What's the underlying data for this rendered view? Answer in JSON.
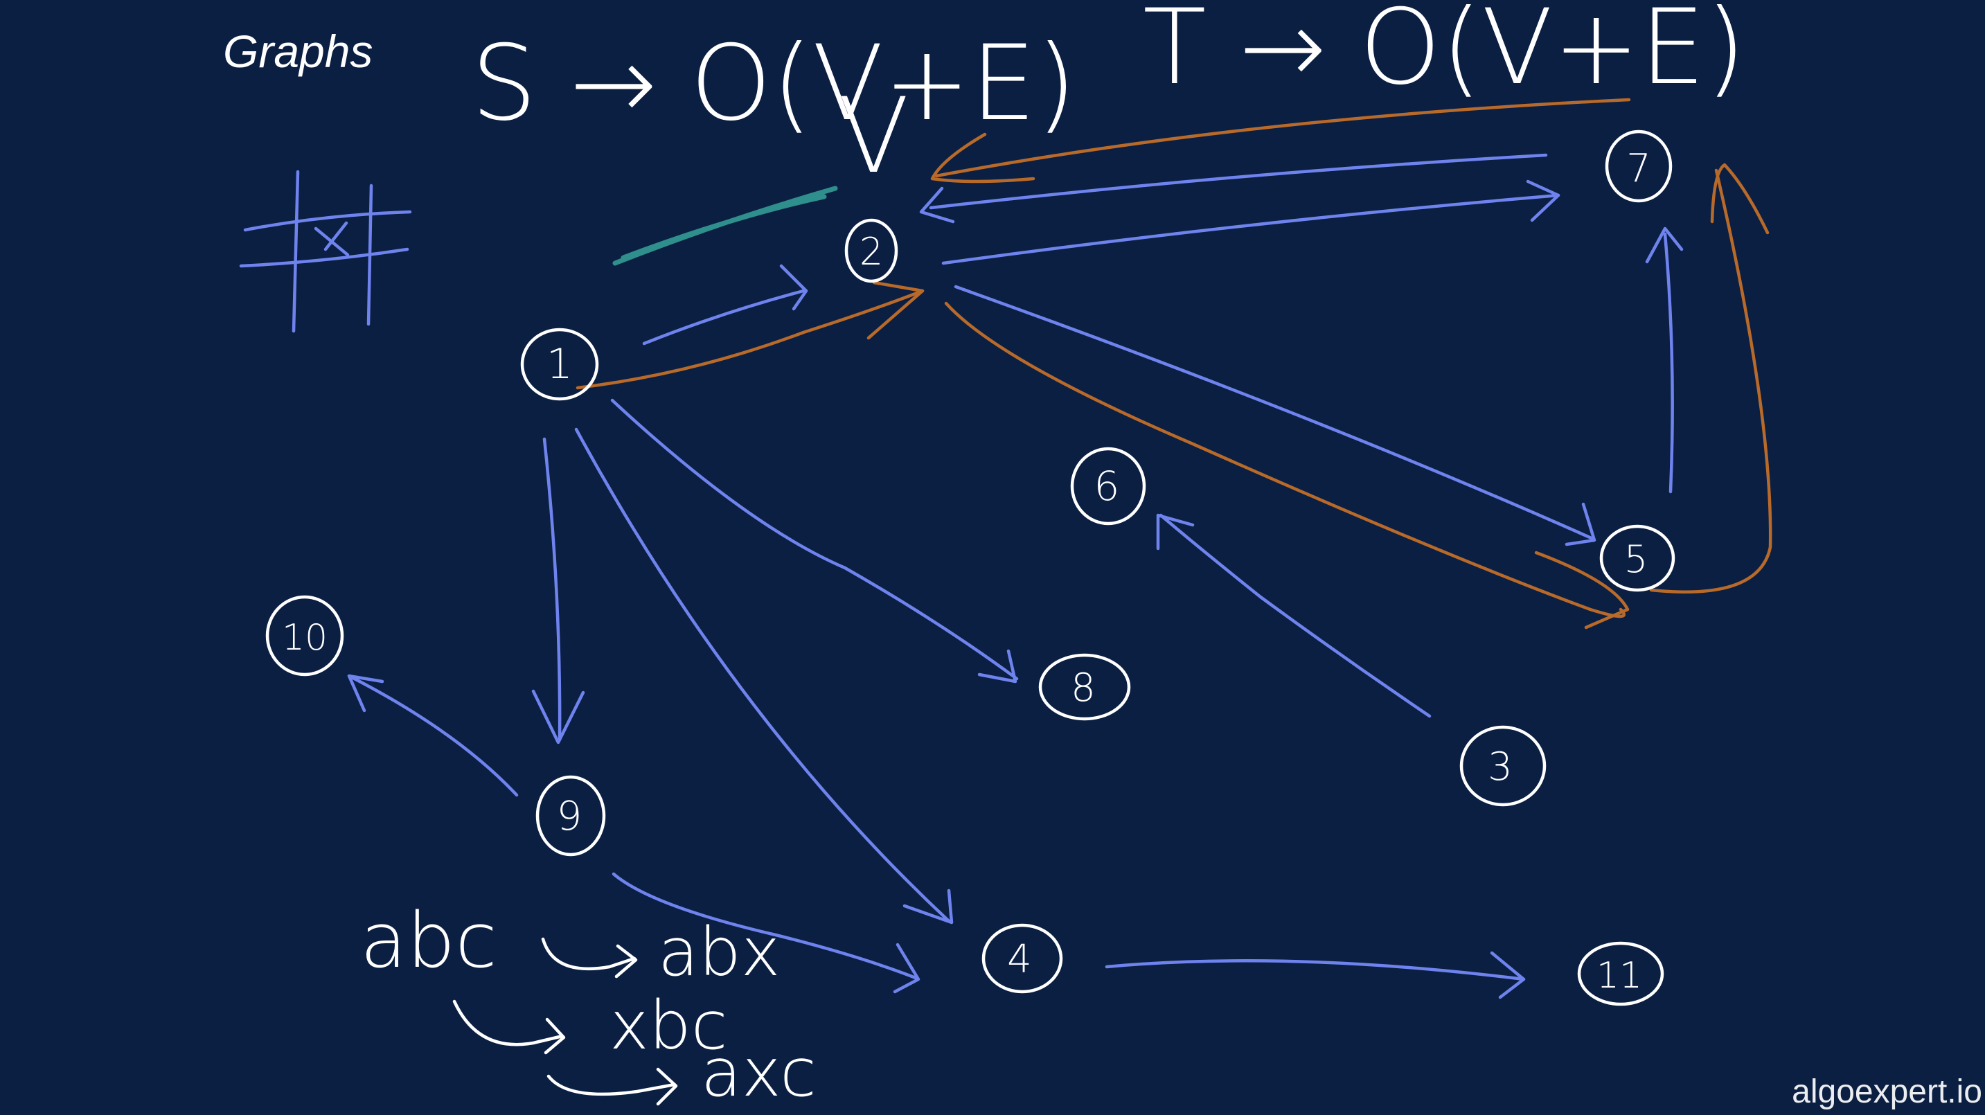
{
  "header": {
    "title": "Graphs"
  },
  "footer": {
    "watermark": "algoexpert.io"
  },
  "annotations": {
    "space_complexity": "S → O(V+E)",
    "time_complexity": "T → O(V+E)",
    "v_mark": "V",
    "hash_symbol": "#",
    "word_start": "abc",
    "word_variant_1": "abx",
    "word_variant_2": "xbc",
    "word_variant_3": "axc"
  },
  "graph": {
    "nodes": [
      {
        "id": "1",
        "label": "1"
      },
      {
        "id": "2",
        "label": "2"
      },
      {
        "id": "3",
        "label": "3"
      },
      {
        "id": "4",
        "label": "4"
      },
      {
        "id": "5",
        "label": "5"
      },
      {
        "id": "6",
        "label": "6"
      },
      {
        "id": "7",
        "label": "7"
      },
      {
        "id": "8",
        "label": "8"
      },
      {
        "id": "9",
        "label": "9"
      },
      {
        "id": "10",
        "label": "10"
      },
      {
        "id": "11",
        "label": "11"
      }
    ],
    "edges": [
      {
        "from": "1",
        "to": "2"
      },
      {
        "from": "1",
        "to": "9"
      },
      {
        "from": "1",
        "to": "4"
      },
      {
        "from": "1",
        "to": "8"
      },
      {
        "from": "2",
        "to": "7"
      },
      {
        "from": "7",
        "to": "2"
      },
      {
        "from": "2",
        "to": "5"
      },
      {
        "from": "5",
        "to": "7"
      },
      {
        "from": "3",
        "to": "6"
      },
      {
        "from": "9",
        "to": "10"
      },
      {
        "from": "9",
        "to": "4"
      },
      {
        "from": "4",
        "to": "11"
      }
    ],
    "traversal_path": [
      "1",
      "2",
      "5",
      "7",
      "2"
    ],
    "colors": {
      "background": "#0b1f42",
      "edge": "#6f83ee",
      "traversal": "#b86a2a",
      "highlight": "#2f8f8c",
      "ink": "#ffffff"
    }
  }
}
